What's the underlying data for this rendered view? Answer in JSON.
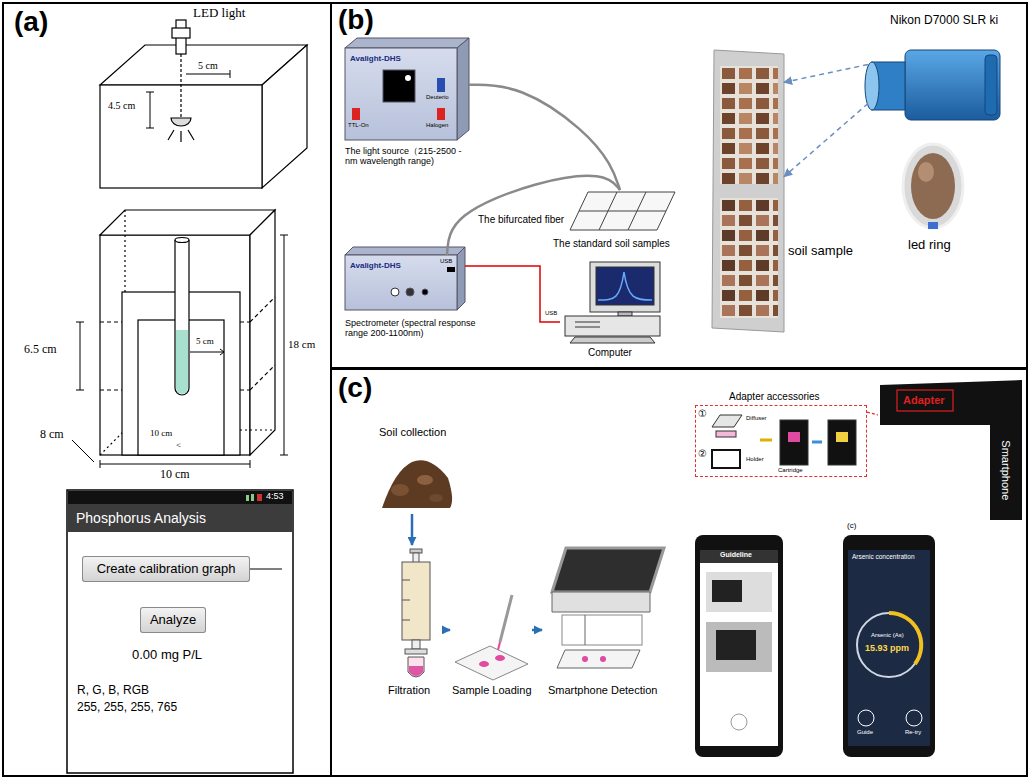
{
  "diagram": {
    "nodes": [
      {
        "text": [
          "(a)"
        ]
      },
      {
        "text": [
          "Phosphorus Analysis",
          "0.00 mg P/L",
          "R, G, B, RGB",
          "255, 255, 255, 765"
        ],
        "in": 0
      },
      {
        "text": [
          "Create calibration graph"
        ],
        "in": 1
      },
      {
        "text": [
          "Analyze"
        ],
        "in": 1
      },
      {
        "text": [
          "(b)"
        ]
      },
      {
        "text": [
          "Avalight-DHS",
          "TTL-On",
          "Deuterio",
          "Halogen",
          "The light source（215-2500 -nm wavelength range)"
        ],
        "in": 4
      },
      {
        "text": [
          "The standard soil samples"
        ],
        "in": 4
      },
      {
        "text": [
          "Avalight-DHS",
          "Spectrometer (spectral response range 200-1100nm)"
        ],
        "in": 4
      },
      {
        "text": [
          "Computer"
        ],
        "in": 4
      },
      {
        "text": [
          "soil sample"
        ],
        "in": 4
      },
      {
        "text": [
          "Nikon D7000 SLR ki"
        ],
        "in": 4
      },
      {
        "text": [
          "led ring"
        ],
        "in": 4
      },
      {
        "text": [
          "(c)"
        ]
      },
      {
        "text": [
          "Soil collection"
        ],
        "in": 12
      },
      {
        "text": [
          "Filtration"
        ],
        "in": 12
      },
      {
        "text": [
          "Sample Loading"
        ],
        "in": 12
      },
      {
        "text": [
          "Smartphone Detection"
        ],
        "in": 12
      },
      {
        "text": [
          "Adapter accessories"
        ],
        "in": 12
      },
      {
        "text": [
          "Adapter",
          "Smartphone"
        ],
        "in": 12
      },
      {
        "text": [
          "Guideline"
        ],
        "in": 12
      },
      {
        "text": [
          "Arsenic concentration",
          "Arsenic (As)",
          "15.93 ppm"
        ],
        "in": 12
      }
    ],
    "edges": [
      {
        "from": 5,
        "to": 6,
        "arrow": "none"
      },
      {
        "from": 7,
        "to": 6,
        "label": "The bifurcated fiber",
        "arrow": "none"
      },
      {
        "from": 7,
        "to": 8,
        "arrow": "none"
      },
      {
        "from": 10,
        "to": 9,
        "arrow": "to"
      },
      {
        "from": 10,
        "to": 9,
        "arrow": "to"
      },
      {
        "from": 13,
        "to": 14,
        "arrow": "to"
      },
      {
        "from": 14,
        "to": 15,
        "arrow": "to"
      },
      {
        "from": 15,
        "to": 16,
        "arrow": "to"
      },
      {
        "from": 17,
        "to": 18,
        "arrow": "none"
      }
    ],
    "labels": [
      "LED light",
      "4.5 cm",
      "5 cm",
      "18 cm",
      "6.5 cm",
      "5 cm",
      "10 cm",
      "<",
      "8 cm",
      "10 cm",
      "4:53",
      "USB",
      "USB",
      "①",
      "Diffuser",
      "②",
      "Holder",
      "Cartridge",
      "(c)",
      "Guide",
      "Re-try"
    ]
  }
}
